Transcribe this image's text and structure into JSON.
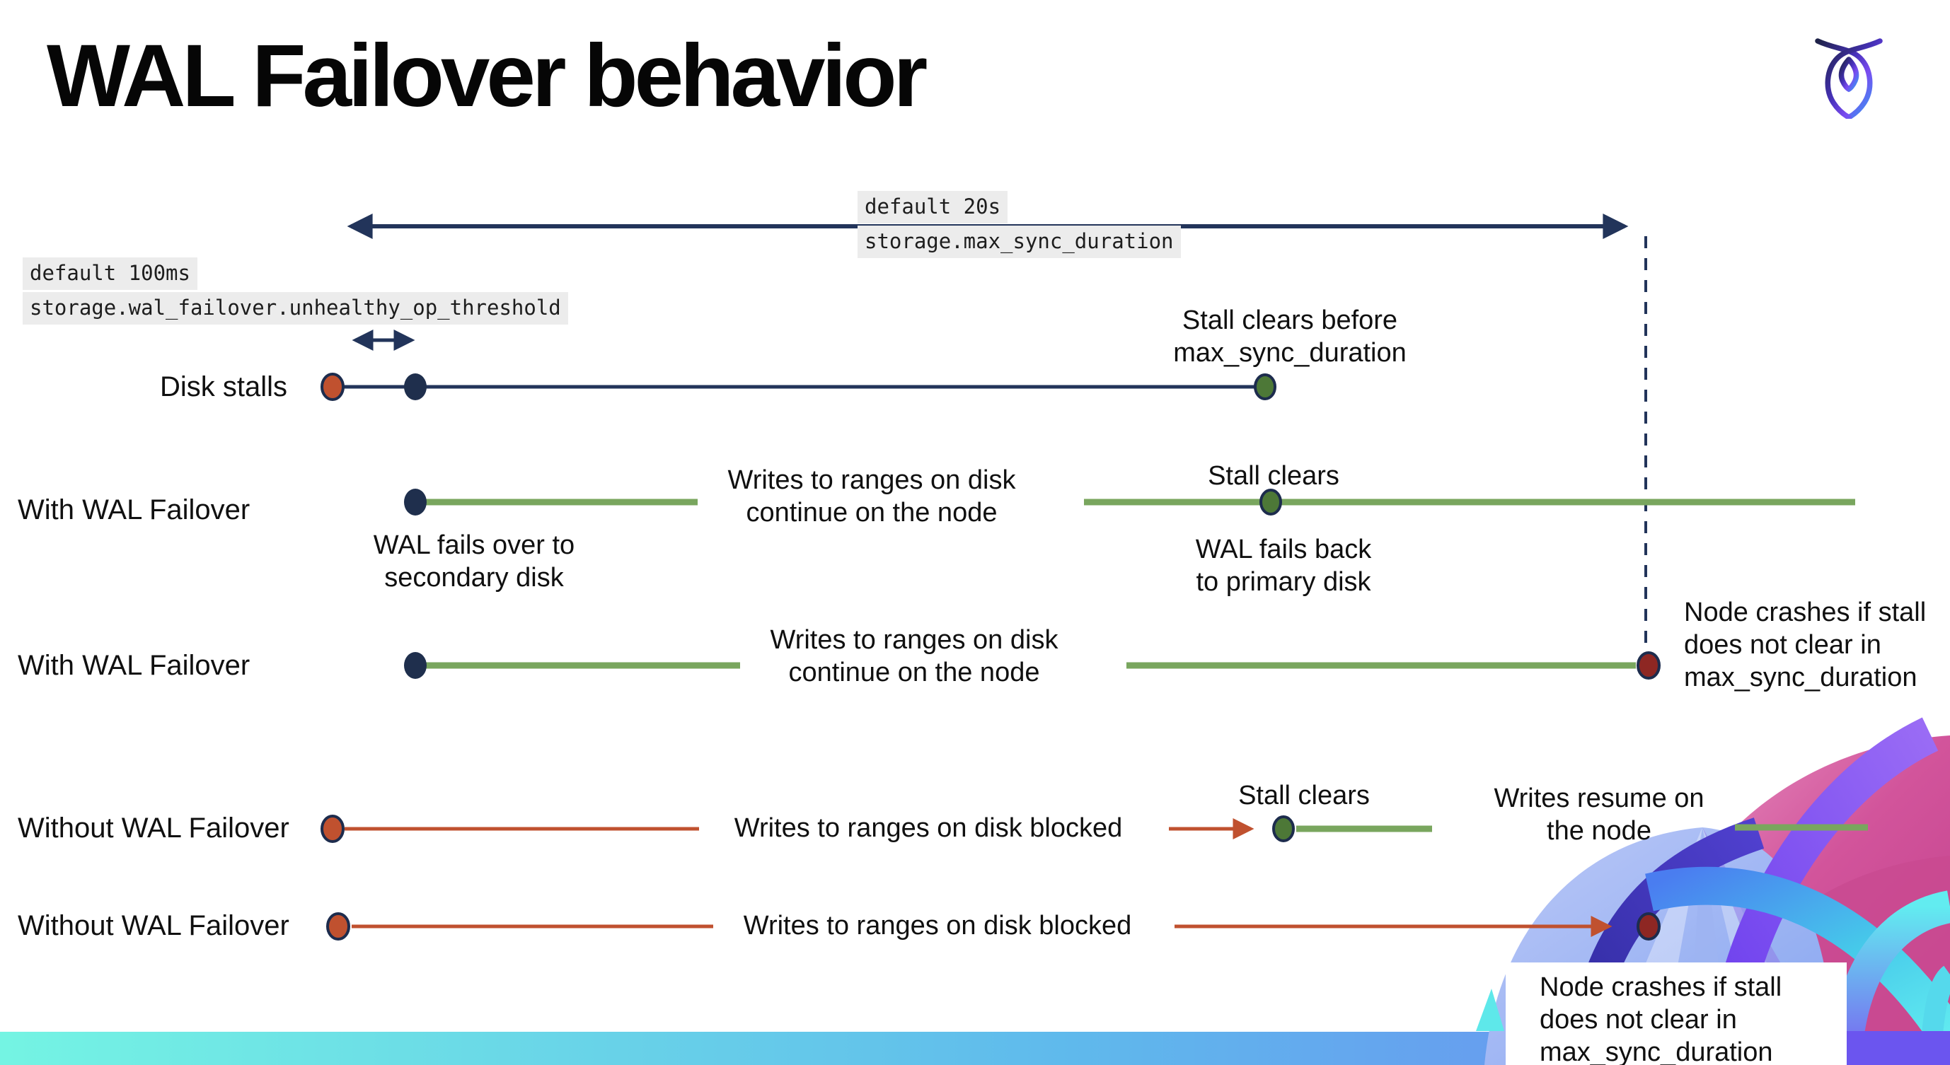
{
  "title": "WAL Failover behavior",
  "logo": {
    "name": "cockroachdb-logo"
  },
  "settings": {
    "max_sync_duration": {
      "default_label": "default 20s",
      "setting_name": "storage.max_sync_duration"
    },
    "unhealthy_op_threshold": {
      "default_label": "default 100ms",
      "setting_name": "storage.wal_failover.unhealthy_op_threshold"
    }
  },
  "rows": {
    "disk_stalls": {
      "label": "Disk stalls",
      "stall_clears": "Stall clears before\nmax_sync_duration"
    },
    "with_wal_1": {
      "label": "With WAL Failover",
      "failover_note": "WAL fails over to\nsecondary disk",
      "writes_note": "Writes to ranges on disk\ncontinue on the node",
      "stall_clears": "Stall clears",
      "failback_note": "WAL fails  back\nto primary disk"
    },
    "with_wal_2": {
      "label": "With WAL Failover",
      "writes_note": "Writes to ranges on disk\ncontinue on the node",
      "crash_note": "Node crashes if stall\ndoes not clear in\nmax_sync_duration"
    },
    "without_wal_1": {
      "label": "Without WAL Failover",
      "writes_note": "Writes to ranges on disk  blocked",
      "stall_clears": "Stall clears",
      "resume_note": "Writes resume on\nthe node"
    },
    "without_wal_2": {
      "label": "Without WAL Failover",
      "writes_note": "Writes to ranges on disk  blocked",
      "crash_note": "Node crashes if stall\ndoes not clear in\nmax_sync_duration"
    }
  },
  "colors": {
    "navy": "#22345a",
    "timeline_green": "#79a65e",
    "green_dot": "#4d7837",
    "stall_red": "#c0512f",
    "crash_red": "#8e2723",
    "code_bg": "#ececec",
    "bar_gradient": [
      "#74f4e3",
      "#5fb9ec",
      "#6e82f2"
    ]
  }
}
